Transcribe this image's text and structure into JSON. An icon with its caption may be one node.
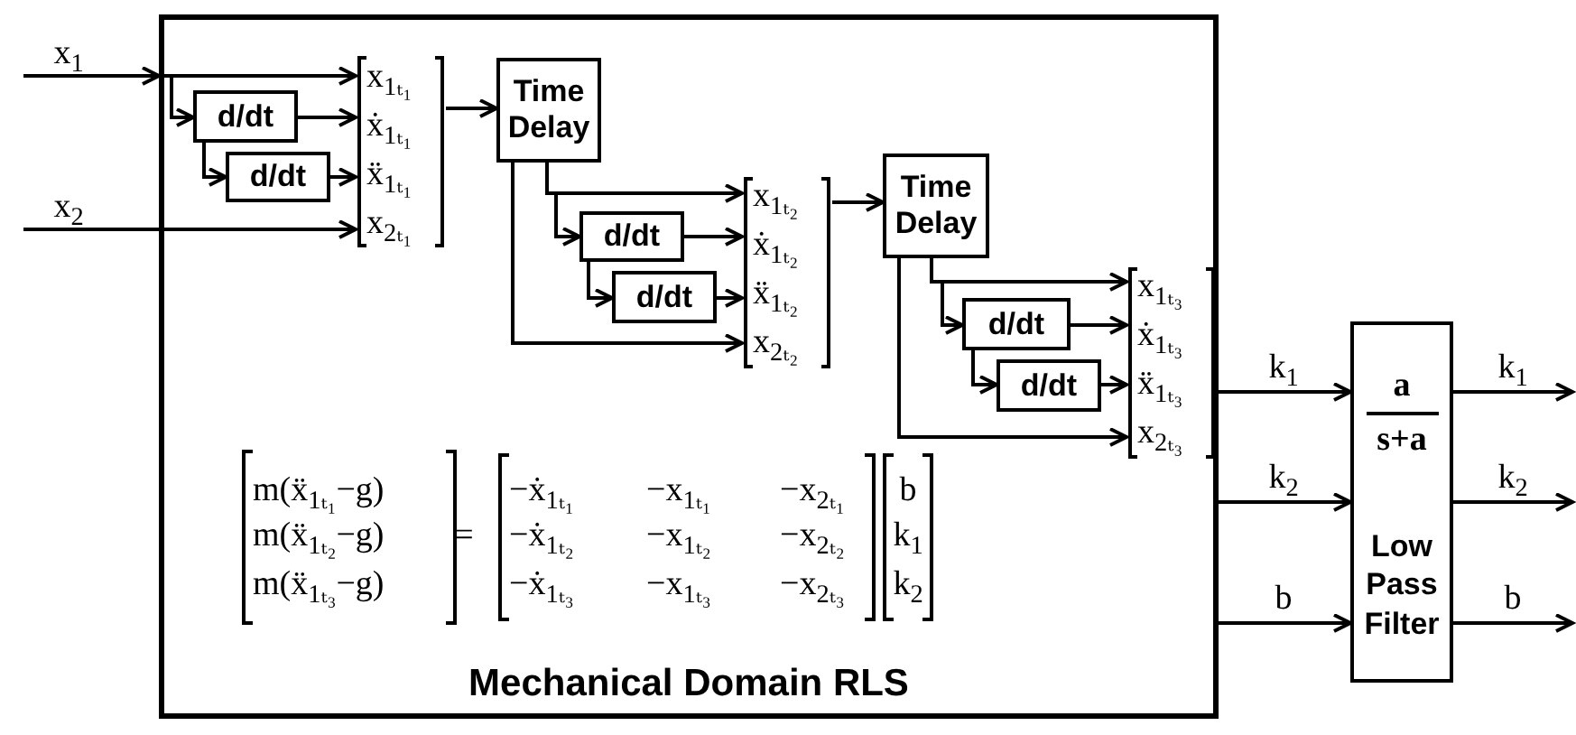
{
  "diagram": {
    "nodes": [
      {
        "text": [
          "Mechanical Domain RLS"
        ]
      },
      {
        "text": [
          "d/dt"
        ],
        "in": 0
      },
      {
        "text": [
          "d/dt"
        ],
        "in": 0
      },
      {
        "text": [
          "x$_{1ₜ₁}$",
          "ẋ$_{1ₜ₁}$",
          "ẍ$_{1ₜ₁}$",
          "x$_{2ₜ₁}$"
        ],
        "in": 0
      },
      {
        "text": [
          "Time Delay"
        ],
        "in": 0
      },
      {
        "text": [
          "d/dt"
        ],
        "in": 0
      },
      {
        "text": [
          "d/dt"
        ],
        "in": 0
      },
      {
        "text": [
          "x$_{1ₜ₂}$",
          "ẋ$_{1ₜ₂}$",
          "ẍ$_{1ₜ₂}$",
          "x$_{2ₜ₂}$"
        ],
        "in": 0
      },
      {
        "text": [
          "Time Delay"
        ],
        "in": 0
      },
      {
        "text": [
          "d/dt"
        ],
        "in": 0
      },
      {
        "text": [
          "d/dt"
        ],
        "in": 0
      },
      {
        "text": [
          "x$_{1ₜ₃}$",
          "ẋ$_{1ₜ₃}$",
          "ẍ$_{1ₜ₃}$",
          "x$_{2ₜ₃}$"
        ],
        "in": 0
      },
      {
        "text": [
          "a",
          "s+a",
          "Low Pass Filter"
        ]
      }
    ],
    "edges": [
      {
        "from": null,
        "to": 0,
        "arrow": "to",
        "label": "x$_{1}$"
      },
      {
        "from": 0,
        "to": 3,
        "arrow": "to"
      },
      {
        "from": 0,
        "to": 1,
        "arrow": "to"
      },
      {
        "from": null,
        "to": 3,
        "arrow": "to",
        "label": "x$_{2}$"
      },
      {
        "from": 1,
        "to": 3,
        "arrow": "to"
      },
      {
        "from": 1,
        "to": 2,
        "arrow": "to"
      },
      {
        "from": 2,
        "to": 3,
        "arrow": "to"
      },
      {
        "from": 3,
        "to": 4,
        "arrow": "to"
      },
      {
        "from": 4,
        "to": 7,
        "arrow": "to"
      },
      {
        "from": 4,
        "to": 5,
        "arrow": "to"
      },
      {
        "from": 5,
        "to": 7,
        "arrow": "to"
      },
      {
        "from": 5,
        "to": 6,
        "arrow": "to"
      },
      {
        "from": 6,
        "to": 7,
        "arrow": "to"
      },
      {
        "from": 4,
        "to": 7,
        "arrow": "to"
      },
      {
        "from": 7,
        "to": 8,
        "arrow": "to"
      },
      {
        "from": 8,
        "to": 11,
        "arrow": "to"
      },
      {
        "from": 8,
        "to": 9,
        "arrow": "to"
      },
      {
        "from": 9,
        "to": 11,
        "arrow": "to"
      },
      {
        "from": 9,
        "to": 10,
        "arrow": "to"
      },
      {
        "from": 10,
        "to": 11,
        "arrow": "to"
      },
      {
        "from": 8,
        "to": 11,
        "arrow": "to"
      },
      {
        "from": 0,
        "to": 12,
        "arrow": "to",
        "label": "k$_{1}$"
      },
      {
        "from": 0,
        "to": 12,
        "arrow": "to",
        "label": "k$_{2}$"
      },
      {
        "from": 0,
        "to": 12,
        "arrow": "to",
        "label": "b"
      },
      {
        "from": 12,
        "to": null,
        "arrow": "to",
        "label": "k$_{1}$"
      },
      {
        "from": 12,
        "to": null,
        "arrow": "to",
        "label": "k$_{2}$"
      },
      {
        "from": 12,
        "to": null,
        "arrow": "to",
        "label": "b"
      }
    ],
    "labels": [
      "m(ẍ$_{1ₜ₁}$−g)",
      "=",
      "−ẋ$_{1ₜ₁}$",
      "−x$_{1ₜ₁}$",
      "−x$_{2ₜ₁}$",
      "b",
      "m(ẍ$_{1ₜ₂}$−g)",
      "−ẋ$_{1ₜ₂}$",
      "−x$_{1ₜ₂}$",
      "−x$_{2ₜ₂}$",
      "k$_{1}$",
      "m(ẍ$_{1ₜ₃}$−g)",
      "−ẋ$_{1ₜ₃}$",
      "−x$_{1ₜ₃}$",
      "−x$_{2ₜ₃}$",
      "k$_{2}$"
    ]
  }
}
